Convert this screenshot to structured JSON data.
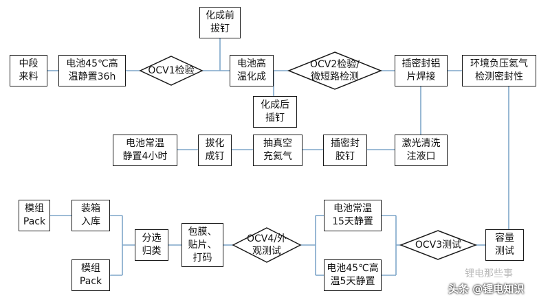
{
  "colors": {
    "line": "#7ea6c9",
    "border": "#1a1a1a"
  },
  "nodes": {
    "zhongduan": "中段\n来料",
    "gaowen36": "电池45℃高\n温静置36h",
    "ocv1": "OCV1检验",
    "baoding_before": "化成前\n拔钉",
    "huacheng": "电池高\n温化成",
    "chading_after": "化成后\n插钉",
    "ocv2": "OCV2检验/\n微短路检测",
    "lvpian": "插密封铝\n片焊接",
    "fuya": "环境负压氦气\n检测密封性",
    "jiguang": "激光清洗\n注液口",
    "jiaoding": "插密封\n胶钉",
    "chouzhenkong": "抽真空\n充氦气",
    "baohuading": "拔化\n成钉",
    "changwen4": "电池常温\n静置4小时",
    "rongliang": "容量\n测试",
    "ocv3": "OCV3测试",
    "changwen15": "电池常温\n15天静置",
    "gaowen5": "电池45℃高\n温5天静置",
    "ocv4": "OCV4/外\n观测试",
    "baomo": "包膜、\n贴片、\n打码",
    "fenxuan": "分选\n归类",
    "zhuangxiang": "装箱\n入库",
    "pack1": "模组\nPack",
    "pack2": "模组\nPack"
  },
  "watermark": {
    "text": "头条 @锂电知识",
    "faint": "锂电那些事"
  }
}
